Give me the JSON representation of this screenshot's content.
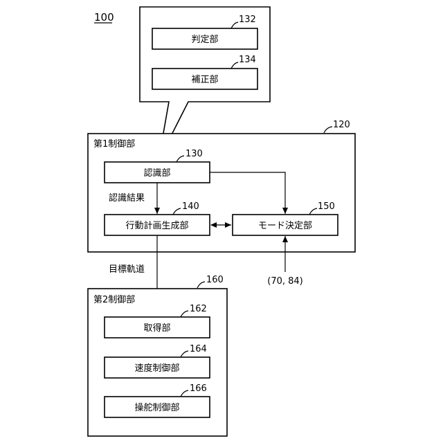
{
  "diagram": {
    "figure_ref": "100",
    "recognition_detail": {
      "judge_unit": {
        "label": "判定部",
        "ref": "132"
      },
      "correction_unit": {
        "label": "補正部",
        "ref": "134"
      }
    },
    "first_control": {
      "label": "第1制御部",
      "ref": "120",
      "recognition": {
        "label": "認識部",
        "ref": "130"
      },
      "action_plan": {
        "label": "行動計画生成部",
        "ref": "140"
      },
      "mode_decision": {
        "label": "モード決定部",
        "ref": "150"
      },
      "edge_label": "認識結果"
    },
    "trajectory_label": "目標軌道",
    "external_input": "(70, 84)",
    "second_control": {
      "label": "第2制御部",
      "ref": "160",
      "acquisition": {
        "label": "取得部",
        "ref": "162"
      },
      "speed_control": {
        "label": "速度制御部",
        "ref": "164"
      },
      "steering_control": {
        "label": "操舵制御部",
        "ref": "166"
      }
    }
  }
}
